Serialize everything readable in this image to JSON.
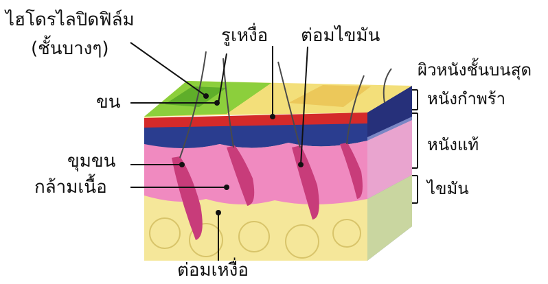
{
  "labels": {
    "hydrolipid_film": "ไฮโดรไลปิดฟิล์ม",
    "hydrolipid_film_sub": "(ชั้นบางๆ)",
    "sweat_pore": "รูเหงื่อ",
    "sebaceous_gland": "ต่อมไขมัน",
    "skin_surface": "ผิวหนังชั้นบนสุด",
    "hair": "ขน",
    "epidermis": "หนังกำพร้า",
    "dermis": "หนังแท้",
    "follicle": "ขุมขน",
    "muscle": "กล้ามเนื้อ",
    "fat": "ไขมัน",
    "sweat_gland": "ต่อมเหงื่อ"
  },
  "colors": {
    "surface_green": "#8ccf3c",
    "surface_yellow": "#f3df7a",
    "epidermis_red": "#d42a2a",
    "epidermis_blue": "#2a3d8f",
    "dermis_pink": "#f08ac0",
    "fat_yellow": "#f5e79a",
    "side_face": "#6f7fb8"
  }
}
